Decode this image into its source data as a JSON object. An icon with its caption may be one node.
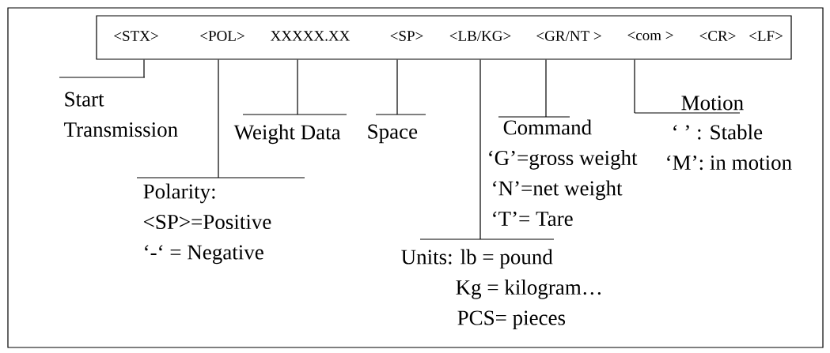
{
  "diagram": {
    "nodes": [
      {
        "text": [],
        "shape": "box"
      },
      {
        "text": [
          "<STX>"
        ],
        "in": 0
      },
      {
        "text": [
          "<POL>"
        ],
        "in": 0
      },
      {
        "text": [
          "XXXXX.XX"
        ],
        "in": 0
      },
      {
        "text": [
          "<SP>"
        ],
        "in": 0
      },
      {
        "text": [
          "<LB/KG>"
        ],
        "in": 0
      },
      {
        "text": [
          "<GR/NT >"
        ],
        "in": 0
      },
      {
        "text": [
          "<com >"
        ],
        "in": 0
      },
      {
        "text": [
          "<CR>"
        ],
        "in": 0
      },
      {
        "text": [
          "<LF>"
        ],
        "in": 0
      },
      {
        "text": [
          "Start Transmission"
        ]
      },
      {
        "text": [
          "Polarity:",
          "<SP>=Positive",
          "‘-‘ = Negative"
        ]
      },
      {
        "text": [
          "Weight Data"
        ]
      },
      {
        "text": [
          "Space"
        ]
      },
      {
        "text": [
          "Units: lb = pound",
          "Kg = kilogram…",
          "PCS= pieces"
        ]
      },
      {
        "text": [
          "Command",
          "‘G’=gross weight",
          "‘N’=net weight",
          "‘T’= Tare"
        ]
      },
      {
        "text": [
          "Motion",
          "‘ ’ : Stable",
          "‘M’: in motion"
        ]
      }
    ],
    "edges": [
      {
        "from": 1,
        "to": 10,
        "arrow": "none"
      },
      {
        "from": 2,
        "to": 11,
        "arrow": "none"
      },
      {
        "from": 3,
        "to": 12,
        "arrow": "none"
      },
      {
        "from": 4,
        "to": 13,
        "arrow": "none"
      },
      {
        "from": 5,
        "to": 14,
        "arrow": "none"
      },
      {
        "from": 6,
        "to": 15,
        "arrow": "none"
      },
      {
        "from": 7,
        "to": 16,
        "arrow": "none"
      }
    ]
  }
}
